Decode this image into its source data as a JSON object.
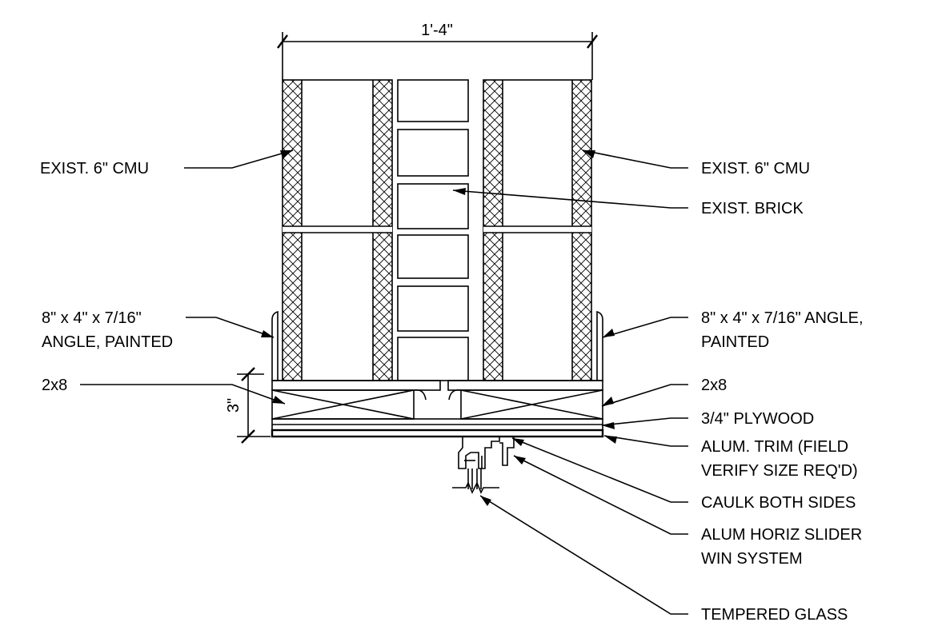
{
  "dimensions": {
    "width_label": "1'-4\"",
    "height_label": "3\""
  },
  "labels": {
    "cmu_left": "EXIST. 6\" CMU",
    "cmu_right": "EXIST. 6\" CMU",
    "brick": "EXIST. BRICK",
    "angle_left_line1": "8\" x 4\" x 7/16\"",
    "angle_left_line2": "ANGLE, PAINTED",
    "angle_right_line1": "8\" x 4\" x 7/16\" ANGLE,",
    "angle_right_line2": "PAINTED",
    "twobyeight_left": "2x8",
    "twobyeight_right": "2x8",
    "plywood": "3/4\" PLYWOOD",
    "trim_line1": "ALUM. TRIM (FIELD",
    "trim_line2": "VERIFY SIZE REQ'D)",
    "caulk": "CAULK BOTH SIDES",
    "slider_line1": "ALUM HORIZ SLIDER",
    "slider_line2": "WIN SYSTEM",
    "glass": "TEMPERED GLASS"
  }
}
